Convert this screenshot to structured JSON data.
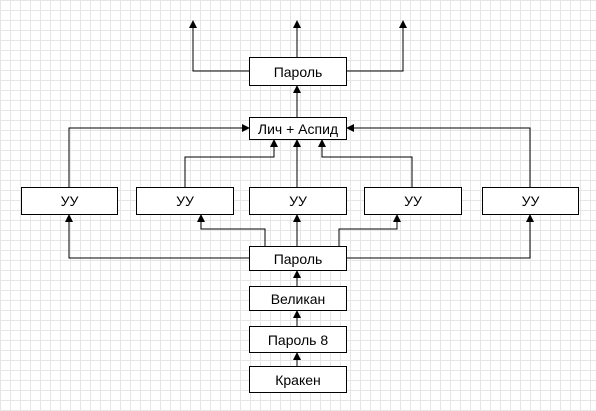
{
  "diagram": {
    "nodes": {
      "top_password": "Пароль",
      "lich_aspid": "Лич + Аспид",
      "uu_1": "УУ",
      "uu_2": "УУ",
      "uu_3": "УУ",
      "uu_4": "УУ",
      "uu_5": "УУ",
      "mid_password": "Пароль",
      "giant": "Великан",
      "password_8": "Пароль 8",
      "kraken": "Кракен"
    },
    "edges": [
      {
        "from": "kraken",
        "to": "password_8"
      },
      {
        "from": "password_8",
        "to": "giant"
      },
      {
        "from": "giant",
        "to": "mid_password"
      },
      {
        "from": "mid_password",
        "to": "uu_1"
      },
      {
        "from": "mid_password",
        "to": "uu_2"
      },
      {
        "from": "mid_password",
        "to": "uu_3"
      },
      {
        "from": "mid_password",
        "to": "uu_4"
      },
      {
        "from": "mid_password",
        "to": "uu_5"
      },
      {
        "from": "uu_1",
        "to": "lich_aspid"
      },
      {
        "from": "uu_2",
        "to": "lich_aspid"
      },
      {
        "from": "uu_3",
        "to": "lich_aspid"
      },
      {
        "from": "uu_4",
        "to": "lich_aspid"
      },
      {
        "from": "uu_5",
        "to": "lich_aspid"
      },
      {
        "from": "lich_aspid",
        "to": "top_password"
      },
      {
        "from": "top_password",
        "to": "output_left"
      },
      {
        "from": "top_password",
        "to": "output_center"
      },
      {
        "from": "top_password",
        "to": "output_right"
      }
    ],
    "colors": {
      "line": "#000000",
      "grid": "#e6e6e6",
      "node_fill": "#ffffff"
    }
  }
}
